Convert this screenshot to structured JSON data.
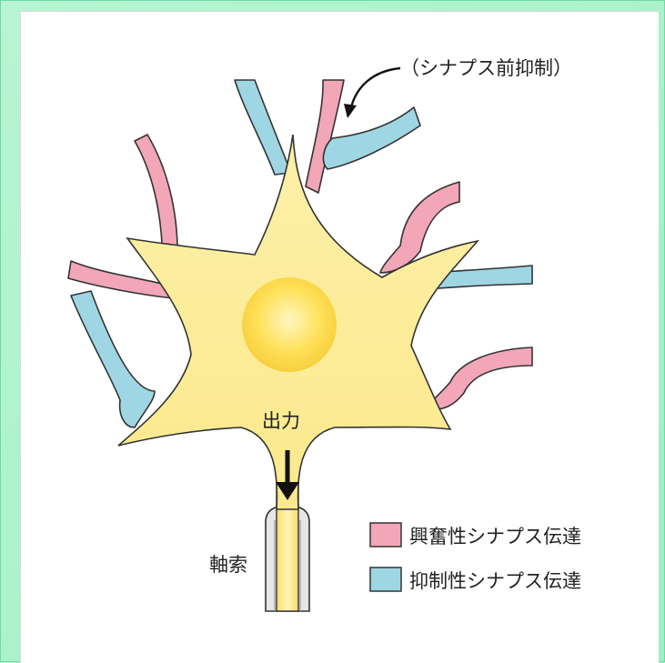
{
  "diagram": {
    "presynaptic_inhibition_label": "（シナプス前抑制）",
    "output_label": "出力",
    "axon_label": "軸索",
    "legend": [
      {
        "label": "興奮性シナプス伝達",
        "color": "#f2a6b8"
      },
      {
        "label": "抑制性シナプス伝達",
        "color": "#9fd6e4"
      }
    ],
    "colors": {
      "cell_body": "#fdeb9a",
      "nucleus": "#ffe86a",
      "excitatory": "#f2a6b8",
      "inhibitory": "#9fd6e4",
      "myelin": "#e6e6e6",
      "background_gradient": "#a6f2c8"
    }
  }
}
